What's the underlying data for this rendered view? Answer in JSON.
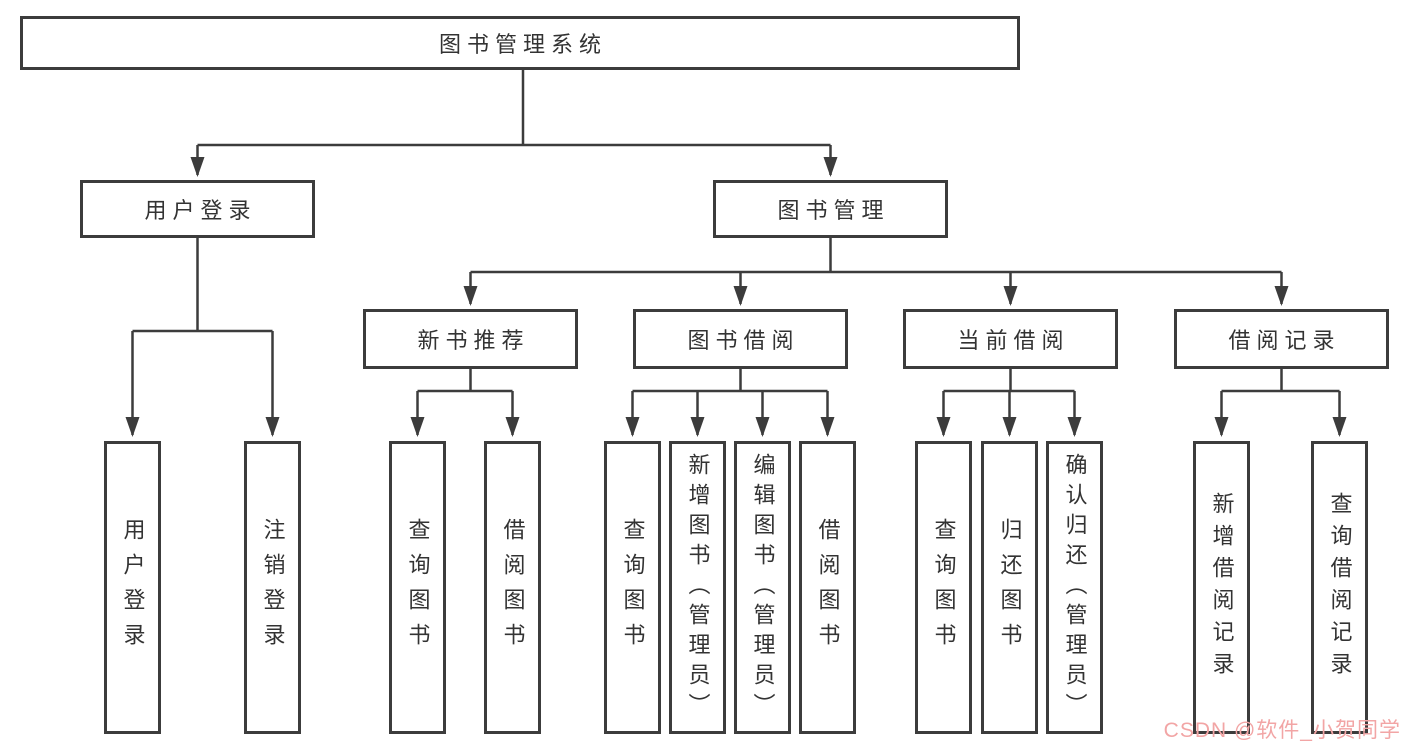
{
  "diagram": {
    "root": "图书管理系统",
    "user_login": {
      "label": "用户登录",
      "children": [
        "用户登录",
        "注销登录"
      ]
    },
    "book_management": {
      "label": "图书管理",
      "sections": [
        {
          "label": "新书推荐",
          "children": [
            "查询图书",
            "借阅图书"
          ]
        },
        {
          "label": "图书借阅",
          "children": [
            "查询图书",
            "新增图书（管理员）",
            "编辑图书（管理员）",
            "借阅图书"
          ]
        },
        {
          "label": "当前借阅",
          "children": [
            "查询图书",
            "归还图书",
            "确认归还（管理员）"
          ]
        },
        {
          "label": "借阅记录",
          "children": [
            "新增借阅记录",
            "查询借阅记录"
          ]
        }
      ]
    },
    "colors": {
      "line": "#3c3c3c",
      "text": "#333333"
    }
  },
  "watermark": {
    "text": "CSDN @软件_小贺同学",
    "color": "#f2a5a5"
  }
}
